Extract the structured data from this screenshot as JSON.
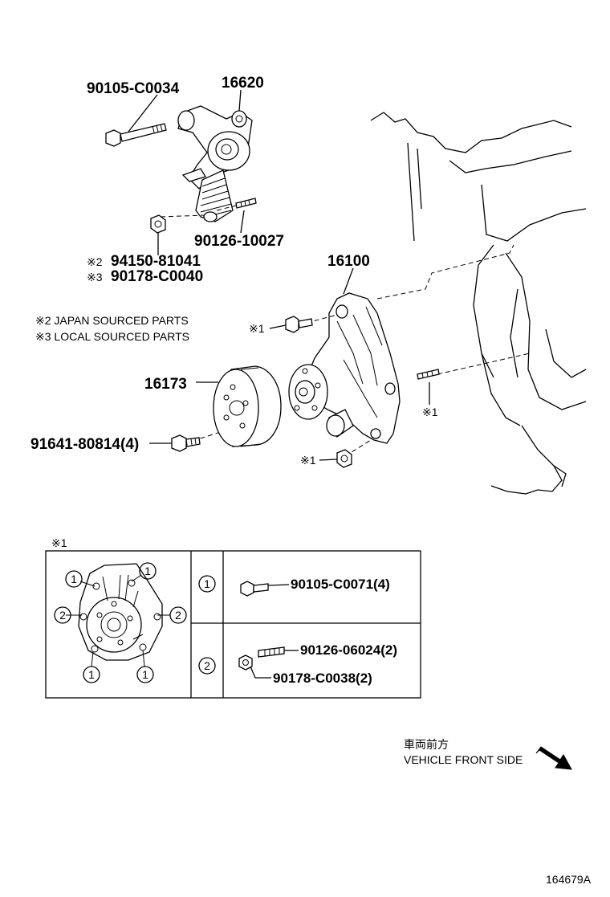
{
  "parts": {
    "bolt_tensioner": "90105-C0034",
    "tensioner": "16620",
    "stud_tensioner": "90126-10027",
    "nut_japan": "94150-81041",
    "nut_local": "90178-C0040",
    "water_pump": "16100",
    "pulley": "16173",
    "pulley_bolt": "91641-80814(4)"
  },
  "marks": {
    "ref2": "※2",
    "ref3": "※3",
    "ref1_bolt": "※1",
    "ref1_stud": "※1",
    "ref1_nut": "※1",
    "ref1_inset": "※1"
  },
  "notes": {
    "japan": "※2 JAPAN SOURCED PARTS",
    "local": "※3 LOCAL SOURCED PARTS"
  },
  "inset": {
    "circle1": "1",
    "circle2": "2",
    "row1_part": "90105-C0071(4)",
    "row2_stud": "90126-06024(2)",
    "row2_nut": "90178-C0038(2)"
  },
  "direction": {
    "jp": "車両前方",
    "en": "VEHICLE FRONT SIDE"
  },
  "figure_id": "164679A"
}
